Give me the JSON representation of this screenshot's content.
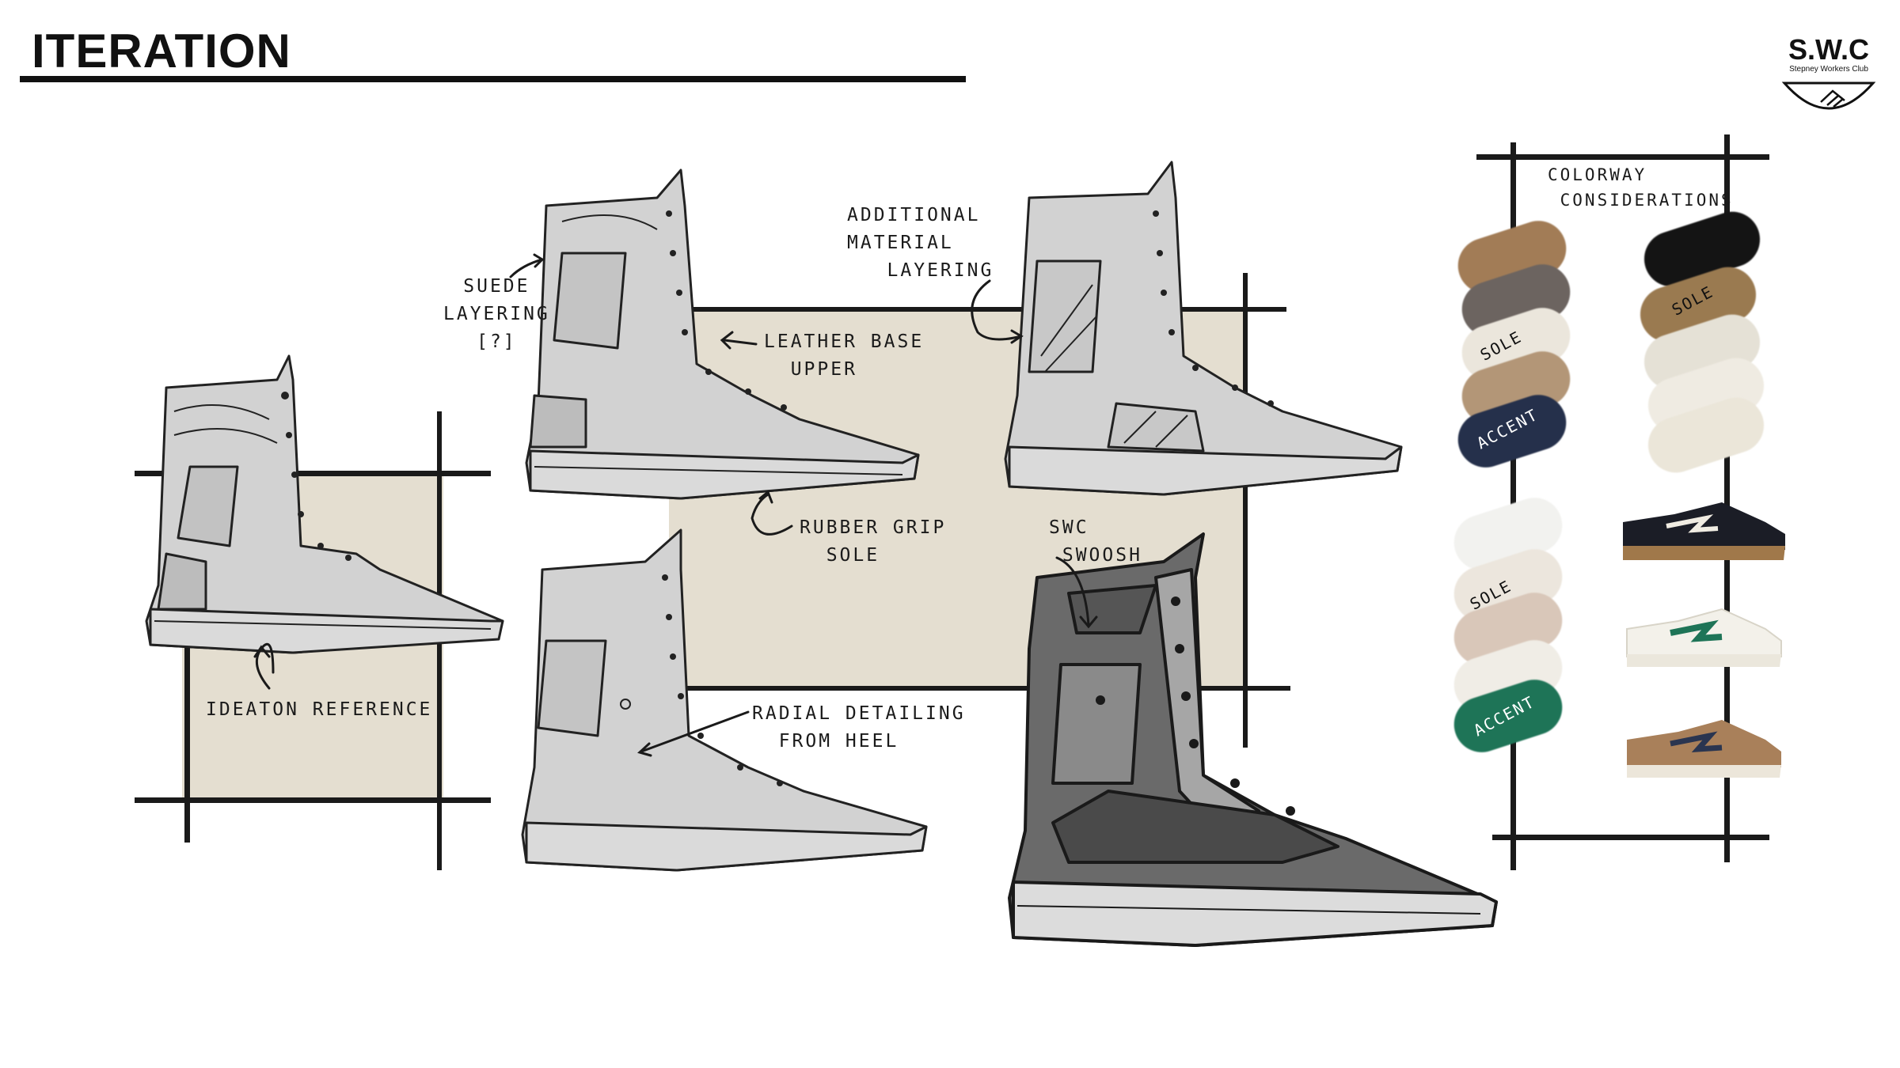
{
  "header": {
    "title": "ITERATION"
  },
  "logo": {
    "mark": "S.W.C",
    "name": "Stepney Workers Club"
  },
  "annotations": {
    "suede": "SUEDE\nLAYERING\n[?]",
    "additional": "ADDITIONAL\nMATERIAL\n   LAYERING",
    "leather": "LEATHER BASE\n  UPPER",
    "rubber": "RUBBER GRIP\n  SOLE",
    "ideation": "IDEATON REFERENCE",
    "radial": "RADIAL DETAILING\n  FROM HEEL",
    "swoosh": "SWC\n SWOOSH"
  },
  "colorway": {
    "title": "COLORWAY\n CONSIDERATIONS",
    "labels": {
      "sole": "SOLE",
      "accent": "ACCENT"
    },
    "palette_a": [
      "#a27c56",
      "#6c6460",
      "#ebe6dc",
      "#b39677",
      "#25304b"
    ],
    "palette_b": [
      "#141414",
      "#9a7a50",
      "#e5e1d6",
      "#efebe2",
      "#ebe6d9"
    ],
    "palette_c": [
      "#f2f2ef",
      "#ece6dd",
      "#d9c7b9",
      "#f0ede6",
      "#1e7457"
    ],
    "sneaker_colors": [
      "#1b1d26",
      "#f3f1ea",
      "#a9805a"
    ]
  },
  "colors": {
    "ink": "#111111",
    "beige": "#e4ded0",
    "boot_light": "#cfcfcf",
    "boot_dark": "#6a6a6a"
  }
}
